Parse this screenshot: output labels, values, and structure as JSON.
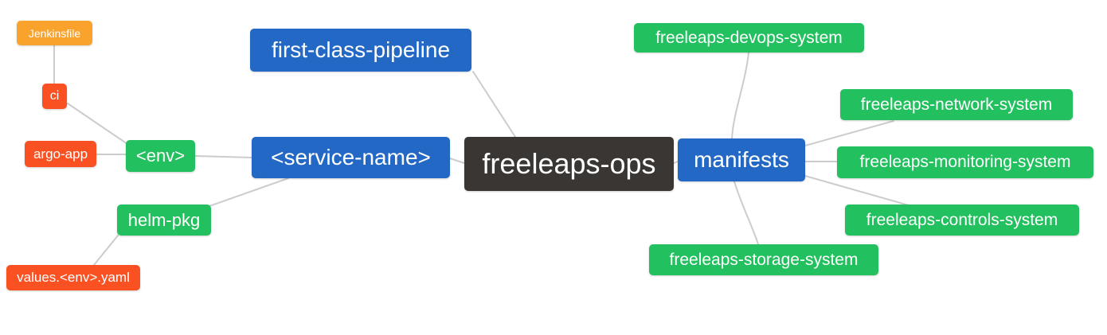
{
  "diagram": {
    "type": "mindmap",
    "root": "freeleaps-ops",
    "palette": {
      "primary_blue": "#2268c4",
      "green": "#22c05e",
      "red_orange": "#fa5122",
      "orange": "#f9a32c",
      "dark": "#3a3633",
      "edge_gray": "#cccccc",
      "text": "#ffffff",
      "background": "#ffffff"
    },
    "nodes": [
      {
        "id": "jenkinsfile",
        "label": "Jenkinsfile",
        "color": "#f9a32c"
      },
      {
        "id": "ci",
        "label": "ci",
        "color": "#fa5122"
      },
      {
        "id": "argo-app",
        "label": "argo-app",
        "color": "#fa5122"
      },
      {
        "id": "env",
        "label": "<env>",
        "color": "#22c05e"
      },
      {
        "id": "helm-pkg",
        "label": "helm-pkg",
        "color": "#22c05e"
      },
      {
        "id": "values-env-yaml",
        "label": "values.<env>.yaml",
        "color": "#fa5122"
      },
      {
        "id": "first-class-pipeline",
        "label": "first-class-pipeline",
        "color": "#2268c4"
      },
      {
        "id": "service-name",
        "label": "<service-name>",
        "color": "#2268c4"
      },
      {
        "id": "freeleaps-ops",
        "label": "freeleaps-ops",
        "color": "#3a3633"
      },
      {
        "id": "manifests",
        "label": "manifests",
        "color": "#2268c4"
      },
      {
        "id": "freeleaps-devops-system",
        "label": "freeleaps-devops-system",
        "color": "#22c05e"
      },
      {
        "id": "freeleaps-network-system",
        "label": "freeleaps-network-system",
        "color": "#22c05e"
      },
      {
        "id": "freeleaps-monitoring-system",
        "label": "freeleaps-monitoring-system",
        "color": "#22c05e"
      },
      {
        "id": "freeleaps-controls-system",
        "label": "freeleaps-controls-system",
        "color": "#22c05e"
      }
    ],
    "last_node": {
      "id": "freeleaps-storage-system",
      "label": "freeleaps-storage-system",
      "color": "#22c05e"
    },
    "edges": [
      {
        "from": "ci",
        "to": "jenkinsfile"
      },
      {
        "from": "env",
        "to": "ci"
      },
      {
        "from": "env",
        "to": "argo-app"
      },
      {
        "from": "service-name",
        "to": "env"
      },
      {
        "from": "service-name",
        "to": "helm-pkg"
      },
      {
        "from": "helm-pkg",
        "to": "values-env-yaml"
      },
      {
        "from": "freeleaps-ops",
        "to": "first-class-pipeline"
      },
      {
        "from": "freeleaps-ops",
        "to": "service-name"
      },
      {
        "from": "freeleaps-ops",
        "to": "manifests"
      },
      {
        "from": "manifests",
        "to": "freeleaps-devops-system"
      },
      {
        "from": "manifests",
        "to": "freeleaps-network-system"
      },
      {
        "from": "manifests",
        "to": "freeleaps-monitoring-system"
      },
      {
        "from": "manifests",
        "to": "freeleaps-controls-system"
      },
      {
        "from": "manifests",
        "to": "freeleaps-storage-system"
      }
    ]
  }
}
